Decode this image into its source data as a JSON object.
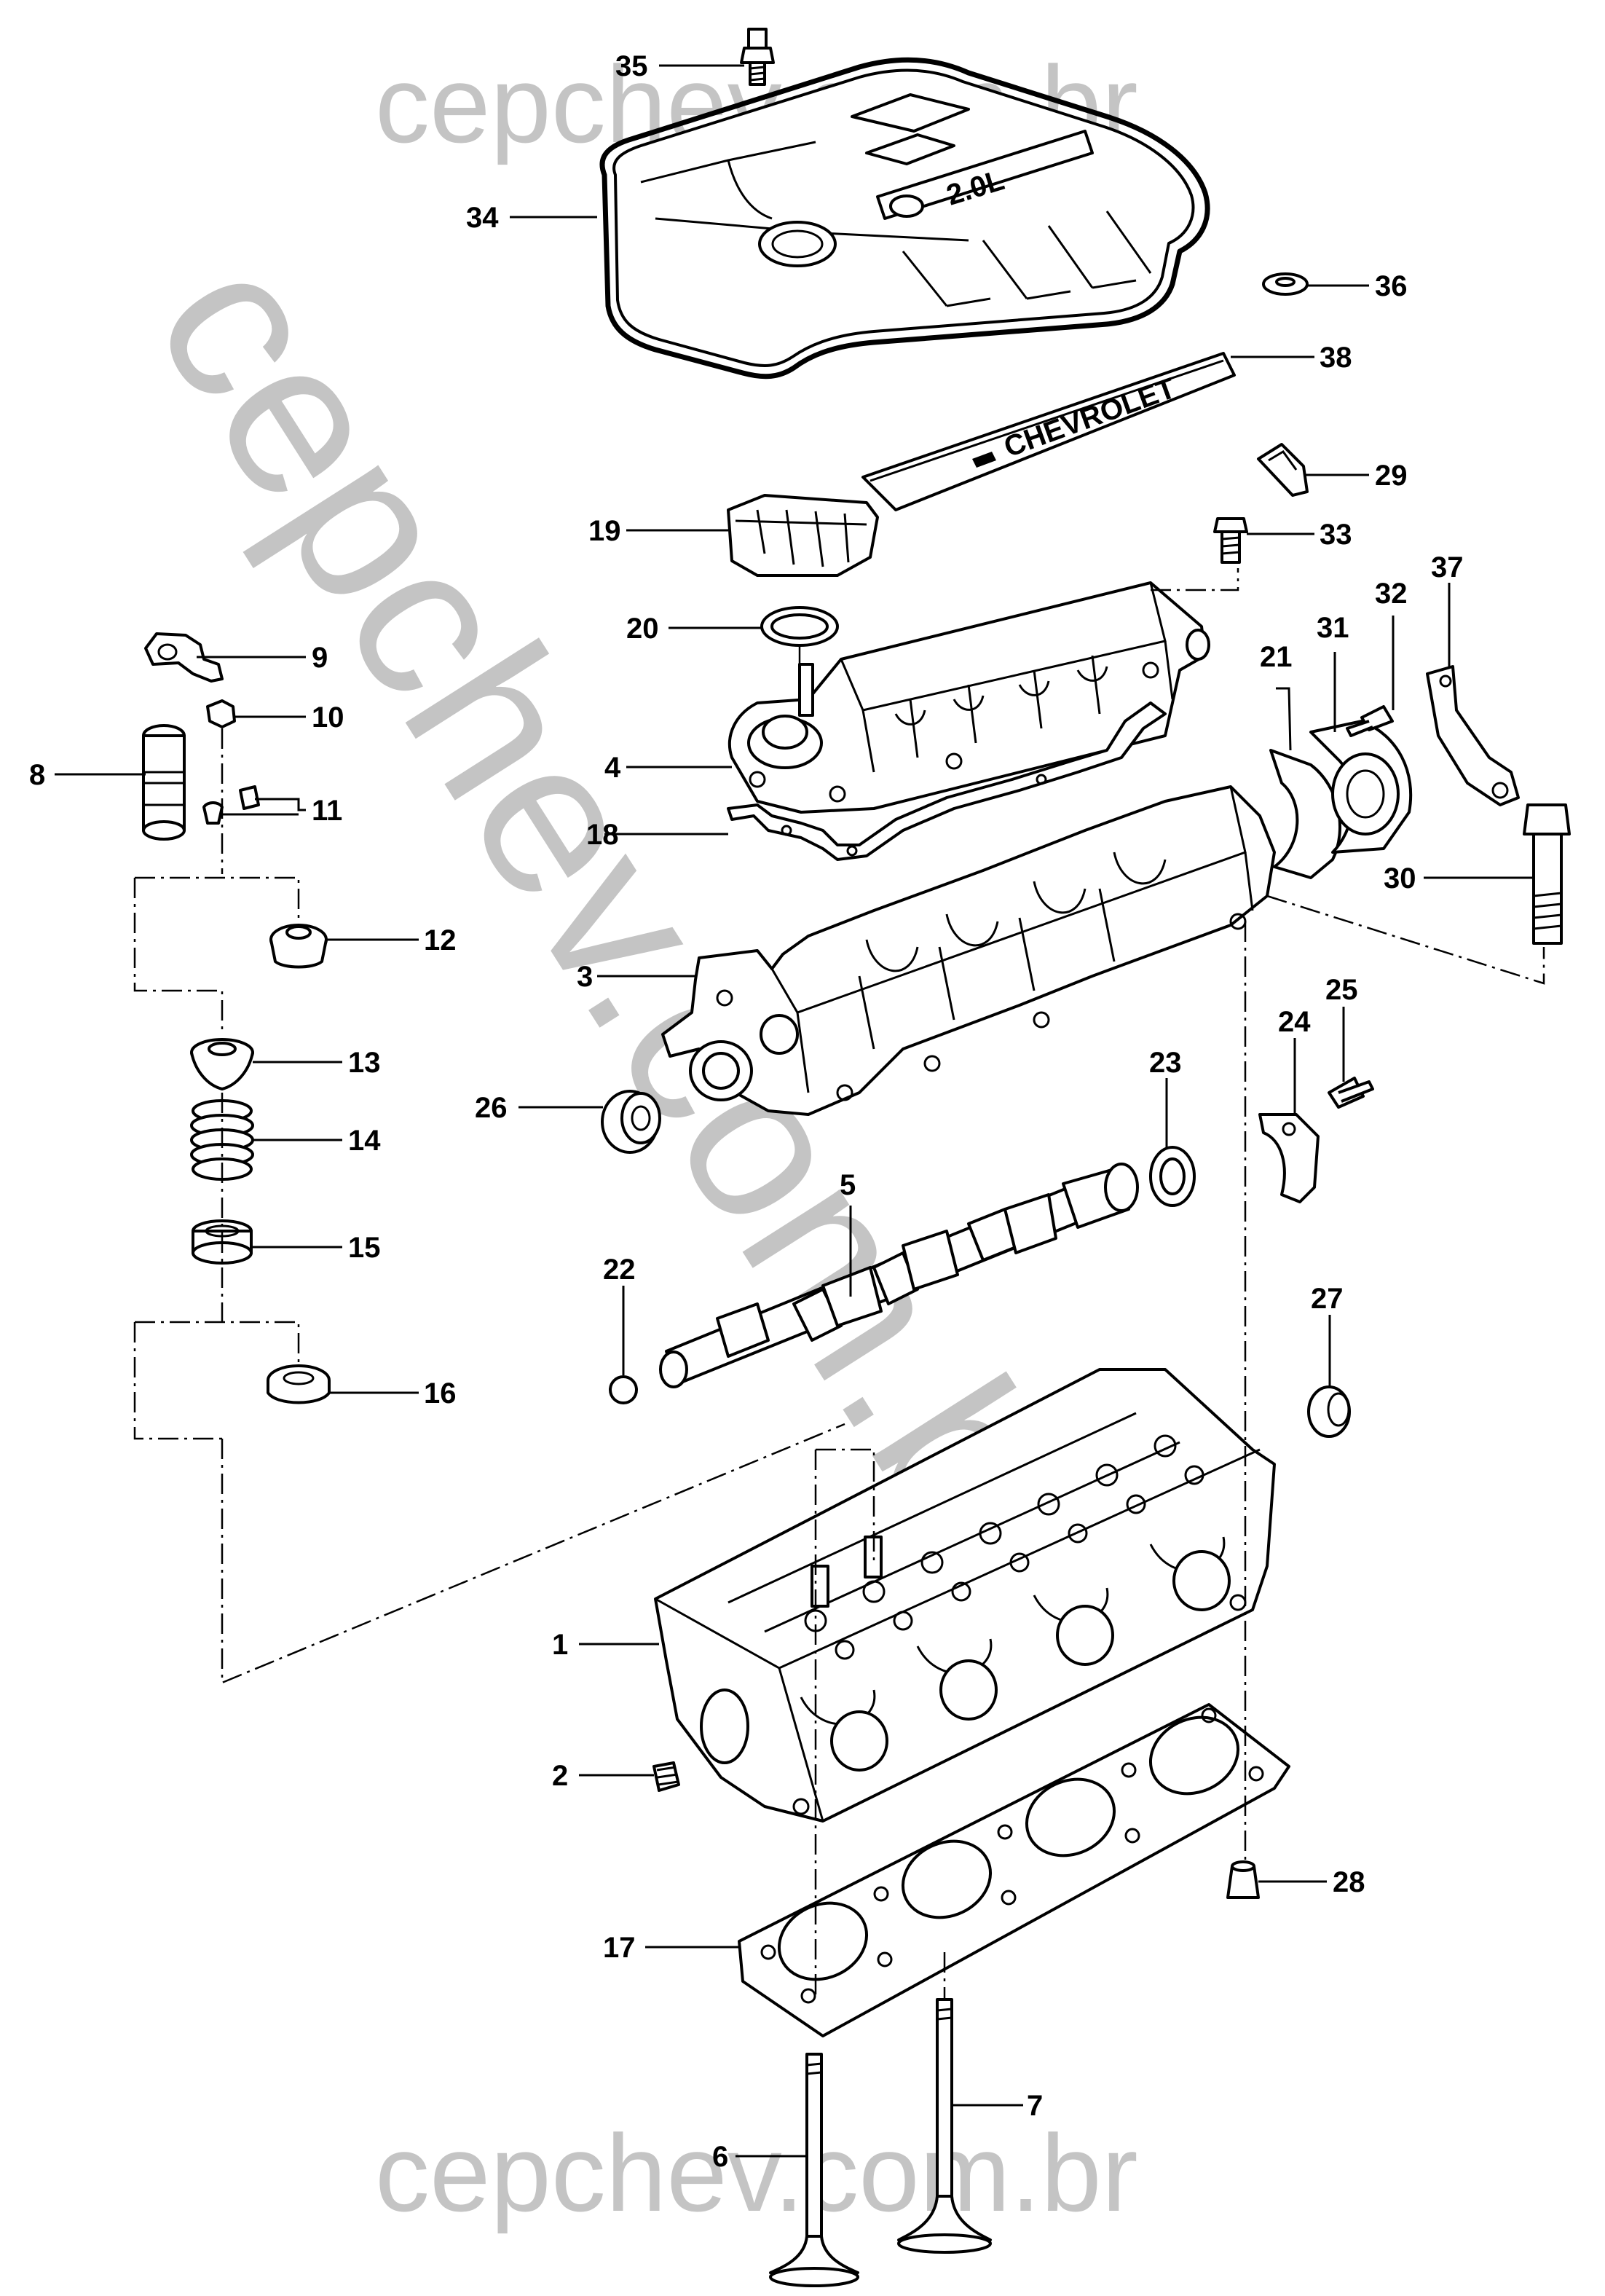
{
  "watermark": {
    "top": "cepchev.com.br",
    "diagonal": "cepchev.com.br",
    "bottom": "cepchev.com.br"
  },
  "part_markings": {
    "engine_size": "2.0L",
    "brand": "CHEVROLET"
  },
  "callouts": [
    "1",
    "2",
    "3",
    "4",
    "5",
    "6",
    "7",
    "8",
    "9",
    "10",
    "11",
    "12",
    "13",
    "14",
    "15",
    "16",
    "17",
    "18",
    "19",
    "20",
    "21",
    "22",
    "23",
    "24",
    "25",
    "26",
    "27",
    "28",
    "29",
    "30",
    "31",
    "32",
    "33",
    "34",
    "35",
    "36",
    "37",
    "38"
  ]
}
